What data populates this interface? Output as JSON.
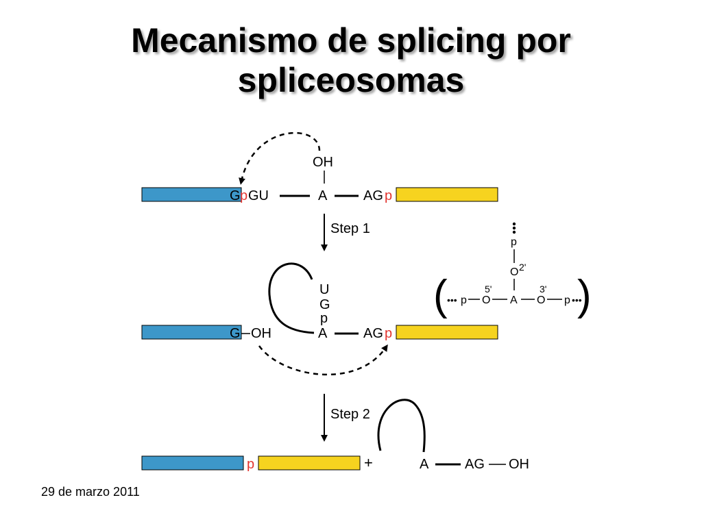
{
  "title": {
    "line1": "Mecanismo de splicing por",
    "line2": "spliceosomas"
  },
  "footer": {
    "date": "29 de marzo 2011"
  },
  "diagram": {
    "colors": {
      "exon1": "#3d97c9",
      "exon2": "#f6d31f",
      "phosphate": "#e3342f",
      "line": "#000000"
    },
    "row1": {
      "oh": "OH",
      "g": "G",
      "p_left": "p",
      "gu": "GU",
      "a": "A",
      "ag": "AG",
      "p_right": "p"
    },
    "step1": {
      "label": "Step 1"
    },
    "row2": {
      "g": "G",
      "oh": "OH",
      "u": "U",
      "g2": "G",
      "p_mid": "p",
      "a": "A",
      "ag": "AG",
      "p_right": "p"
    },
    "inset": {
      "open_paren": "(",
      "close_paren": ")",
      "dots": "•••",
      "p_left": "p",
      "o_left": "O",
      "a": "A",
      "o_right": "O",
      "p_right": "p",
      "five_prime": "5'",
      "three_prime": "3'",
      "o_top": "O",
      "two_prime": "2'",
      "p_top": "p"
    },
    "step2": {
      "label": "Step 2"
    },
    "row3": {
      "p": "p",
      "plus": "+",
      "a": "A",
      "ag": "AG",
      "oh": "OH"
    }
  }
}
